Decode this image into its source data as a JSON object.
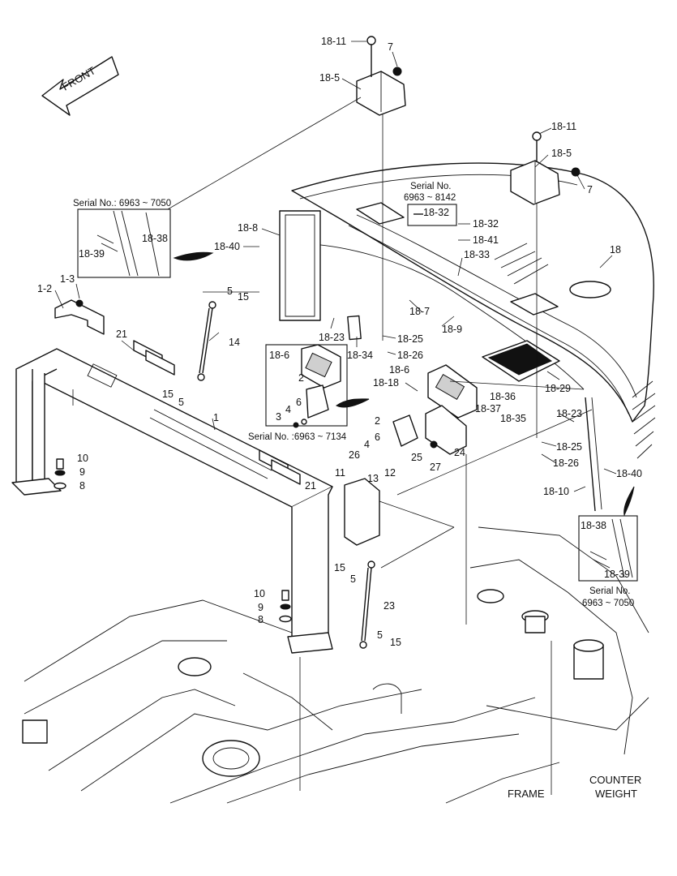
{
  "front_arrow": "FRONT",
  "region_labels": {
    "frame": "FRAME",
    "counter_weight": [
      "COUNTER",
      "WEIGHT"
    ]
  },
  "serial_notes": {
    "top_left": "Serial No.: 6963 ~ 7050",
    "top_center": [
      "Serial No.",
      "6963 ~ 8142"
    ],
    "middle": "Serial No. :6963 ~ 7134",
    "bottom_right": [
      "Serial No.",
      "6963 ~ 7050"
    ]
  },
  "callouts": [
    "18-11",
    "7",
    "18-5",
    "18-11",
    "18-5",
    "7",
    "18",
    "18-8",
    "18-40",
    "18-38",
    "18-39",
    "18-32",
    "18-32",
    "18-41",
    "18-33",
    "1-3",
    "1-2",
    "5",
    "15",
    "14",
    "21",
    "18-7",
    "18-9",
    "18-23",
    "18-34",
    "18-25",
    "18-26",
    "18-6",
    "2",
    "18-6",
    "18-18",
    "18-36",
    "18-29",
    "18-37",
    "18-35",
    "1",
    "15",
    "5",
    "4",
    "3",
    "6",
    "2",
    "6",
    "4",
    "26",
    "25",
    "27",
    "24",
    "18-23",
    "18-25",
    "18-26",
    "18-40",
    "18-10",
    "21",
    "11",
    "13",
    "12",
    "10",
    "9",
    "8",
    "15",
    "5",
    "23",
    "10",
    "9",
    "8",
    "5",
    "15",
    "18-38",
    "18-39"
  ]
}
